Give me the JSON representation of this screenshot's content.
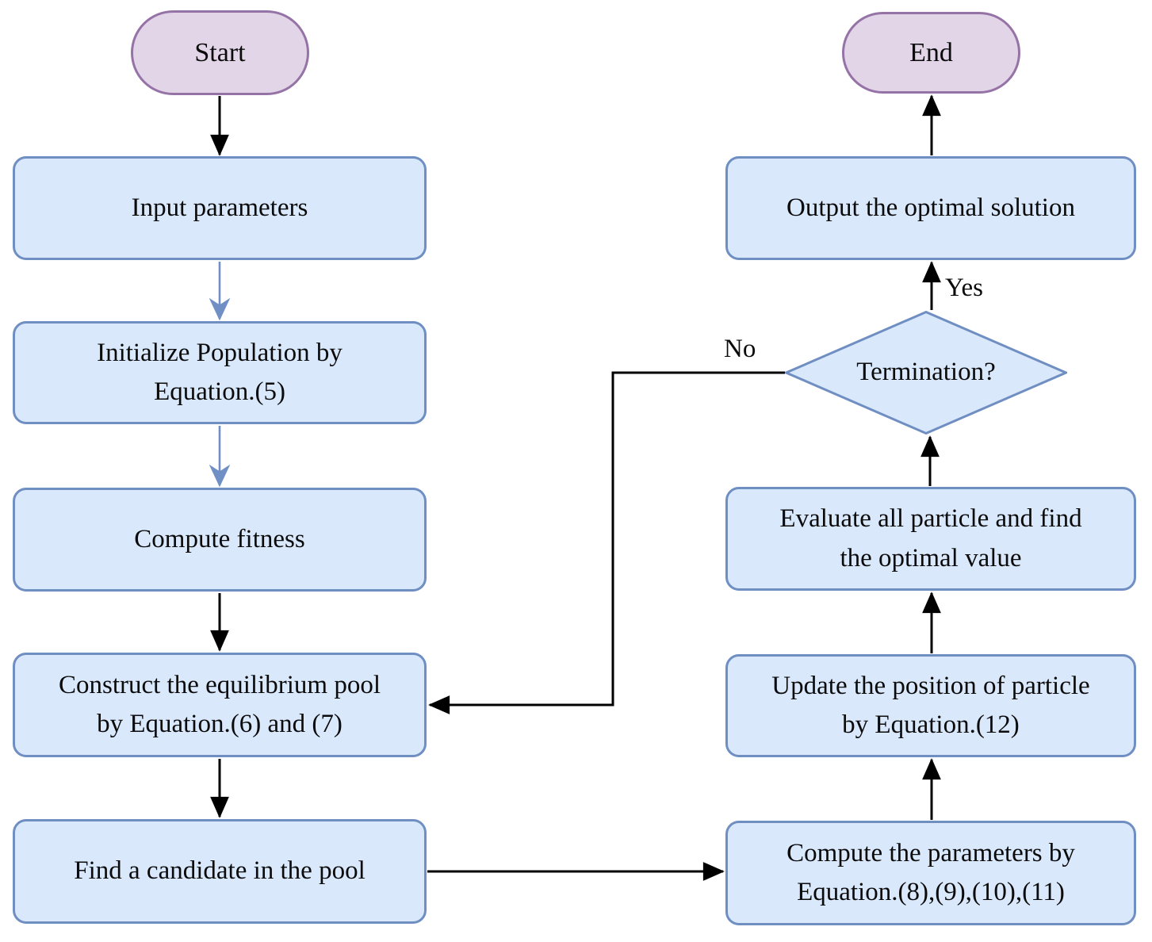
{
  "diagram": {
    "type": "flowchart",
    "colors": {
      "process_fill": "#dae8fc",
      "process_border": "#6f8ec1",
      "terminal_fill": "#e1d5e7",
      "terminal_border": "#9673a6",
      "arrow_black": "#000000",
      "arrow_blue": "#6f8fc5",
      "background": "#ffffff",
      "text": "#0b0b0b"
    },
    "nodes": {
      "start": {
        "shape": "terminal",
        "label": "Start"
      },
      "input_parameters": {
        "shape": "process",
        "label": "Input parameters"
      },
      "initialize_population": {
        "shape": "process",
        "label": "Initialize Population by\nEquation.(5)"
      },
      "compute_fitness": {
        "shape": "process",
        "label": "Compute fitness"
      },
      "construct_pool": {
        "shape": "process",
        "label": "Construct the equilibrium pool\nby Equation.(6) and (7)"
      },
      "find_candidate": {
        "shape": "process",
        "label": "Find a candidate in the pool"
      },
      "compute_parameters": {
        "shape": "process",
        "label": "Compute the parameters by\nEquation.(8),(9),(10),(11)"
      },
      "update_position": {
        "shape": "process",
        "label": "Update the position of particle\nby Equation.(12)"
      },
      "evaluate_particles": {
        "shape": "process",
        "label": "Evaluate all particle and find\nthe optimal value"
      },
      "termination": {
        "shape": "decision",
        "label": "Termination?"
      },
      "output_solution": {
        "shape": "process",
        "label": "Output the optimal solution"
      },
      "end": {
        "shape": "terminal",
        "label": "End"
      }
    },
    "edge_labels": {
      "yes": "Yes",
      "no": "No"
    },
    "edges": [
      {
        "from": "start",
        "to": "input_parameters",
        "label": "",
        "color": "black"
      },
      {
        "from": "input_parameters",
        "to": "initialize_population",
        "label": "",
        "color": "blue"
      },
      {
        "from": "initialize_population",
        "to": "compute_fitness",
        "label": "",
        "color": "blue"
      },
      {
        "from": "compute_fitness",
        "to": "construct_pool",
        "label": "",
        "color": "black"
      },
      {
        "from": "construct_pool",
        "to": "find_candidate",
        "label": "",
        "color": "black"
      },
      {
        "from": "find_candidate",
        "to": "compute_parameters",
        "label": "",
        "color": "black"
      },
      {
        "from": "compute_parameters",
        "to": "update_position",
        "label": "",
        "color": "black"
      },
      {
        "from": "update_position",
        "to": "evaluate_particles",
        "label": "",
        "color": "black"
      },
      {
        "from": "evaluate_particles",
        "to": "termination",
        "label": "",
        "color": "black"
      },
      {
        "from": "termination",
        "to": "output_solution",
        "label": "Yes",
        "color": "black"
      },
      {
        "from": "termination",
        "to": "construct_pool",
        "label": "No",
        "color": "black"
      },
      {
        "from": "output_solution",
        "to": "end",
        "label": "",
        "color": "black"
      }
    ]
  }
}
